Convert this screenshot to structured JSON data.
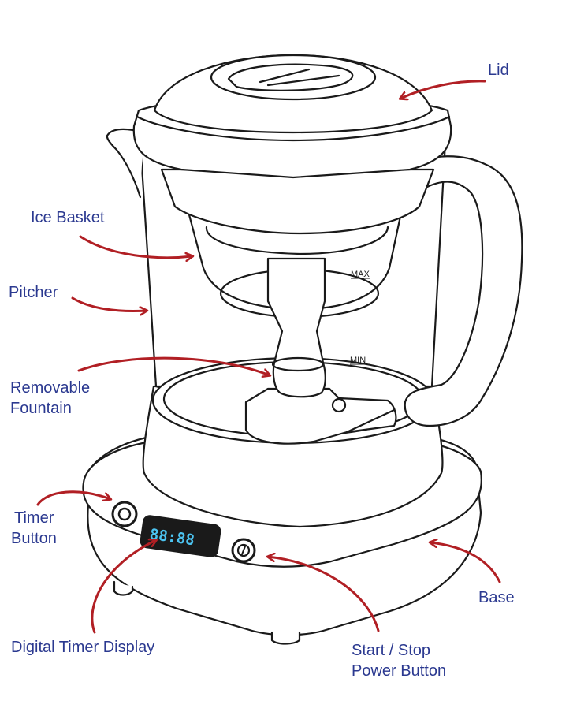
{
  "colors": {
    "label": "#2b3990",
    "arrow": "#b11f24",
    "outline": "#1a1a1a",
    "display_text": "#4cc3f0",
    "display_bg": "#1a1a1a"
  },
  "labels": {
    "lid": "Lid",
    "ice_basket": "Ice Basket",
    "pitcher": "Pitcher",
    "fountain_line1": "Removable",
    "fountain_line2": "Fountain",
    "timer_line1": "Timer",
    "timer_line2": "Button",
    "display": "Digital Timer Display",
    "power_line1": "Start / Stop",
    "power_line2": "Power Button",
    "base": "Base"
  },
  "markings": {
    "max": "MAX",
    "min": "MIN",
    "display_reading": "88:88"
  }
}
